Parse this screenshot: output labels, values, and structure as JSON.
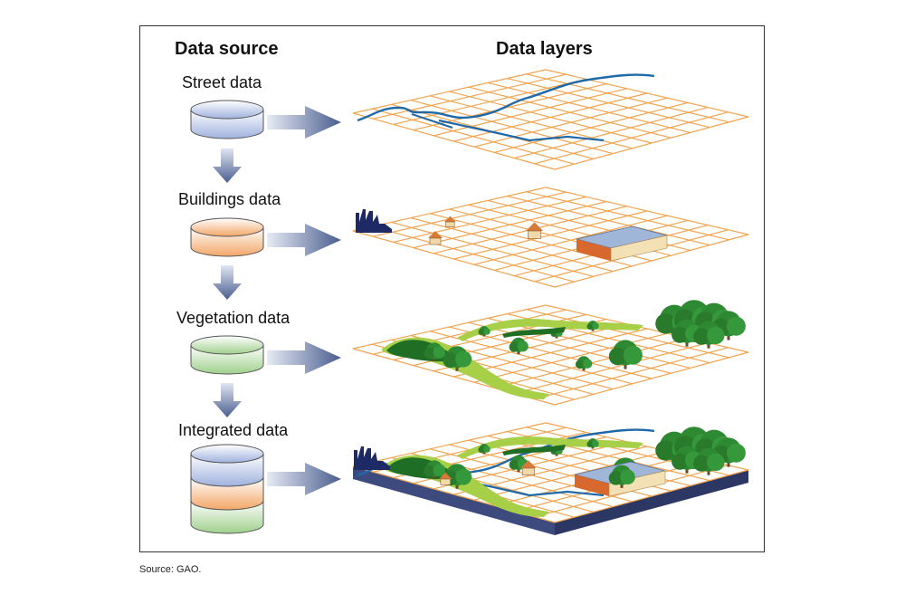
{
  "headers": {
    "data_source": "Data source",
    "data_layers": "Data layers"
  },
  "sources": [
    {
      "label": "Street data",
      "color": "#9fb1dd"
    },
    {
      "label": "Buildings data",
      "color": "#f2a667"
    },
    {
      "label": "Vegetation data",
      "color": "#9fd08c"
    },
    {
      "label": "Integrated data",
      "colors": [
        "#9fb1dd",
        "#f2a667",
        "#9fd08c"
      ]
    }
  ],
  "layers": [
    {
      "name": "street-layer",
      "content": "street lines"
    },
    {
      "name": "buildings-layer",
      "content": "buildings"
    },
    {
      "name": "vegetation-layer",
      "content": "vegetation"
    },
    {
      "name": "integrated-layer",
      "content": "streets, buildings and vegetation combined"
    }
  ],
  "colors": {
    "grid": "#f0a450",
    "street": "#1f69a8",
    "arrow": "#4a5d8f",
    "tree": "#2e8a32",
    "light_veg": "#a7cf48",
    "base": "#3d4a7e"
  },
  "footer": {
    "source_note": "Source: GAO."
  }
}
